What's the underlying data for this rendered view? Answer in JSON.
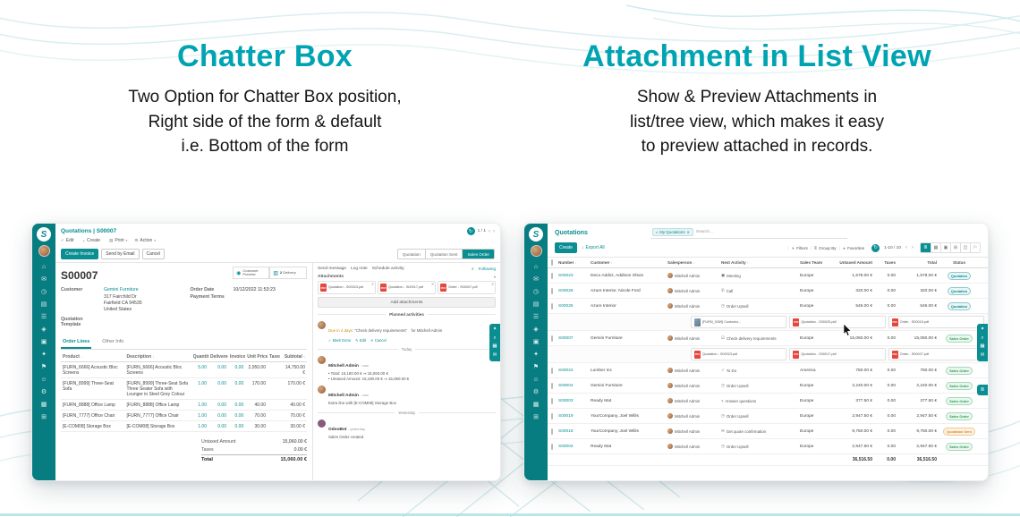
{
  "hero": {
    "left_title": "Chatter Box",
    "left_desc": [
      "Two Option for Chatter Box position,",
      "Right side of the form & default",
      "i.e. Bottom of the form"
    ],
    "right_title": "Attachment in List View",
    "right_desc": [
      "Show & Preview Attachments in",
      "list/tree view, which makes it easy",
      "to preview attached in records."
    ]
  },
  "colors": {
    "accent": "#00a3b1",
    "teal": "#0a8e92",
    "sidebar": "#077d82",
    "pdf_red": "#e8453c"
  },
  "glyphs": {
    "prev": "‹",
    "next": "›",
    "refresh": "↻",
    "close": "✕",
    "search": "⌕",
    "check": "✓",
    "person": "☻",
    "caret": "▾",
    "logo": "S",
    "clock": "◷",
    "paperless": "▤"
  },
  "sidebar_icons": [
    "⌂",
    "✉",
    "◷",
    "▤",
    "☰",
    "◈",
    "▣",
    "✦",
    "⚑",
    "☺",
    "⚙",
    "▦",
    "⊞"
  ],
  "quick_tools": [
    "✦",
    "⌕",
    "▦",
    "✉"
  ],
  "quick_tool_extra": "≣",
  "form_app": {
    "breadcrumb": "Quotations | S00007",
    "pager": "1 / 1",
    "toolbar": [
      {
        "icon": "✓",
        "label": "Edit"
      },
      {
        "icon": "+",
        "label": "Create"
      },
      {
        "icon": "▤",
        "label": "Print",
        "caret": "▾"
      },
      {
        "icon": "⚙",
        "label": "Action",
        "caret": "▾"
      }
    ],
    "header_buttons": [
      {
        "label": "Create Invoice",
        "style": "primary"
      },
      {
        "label": "Send by Email"
      },
      {
        "label": "Cancel"
      }
    ],
    "stages": [
      {
        "label": "Quotation"
      },
      {
        "label": "Quotation Sent"
      },
      {
        "label": "Sales Order",
        "state": "active"
      }
    ],
    "smart_buttons": [
      {
        "icon": "◉",
        "count": "",
        "label": "Customer Preview"
      },
      {
        "icon": "▥",
        "count": "2",
        "label": "Delivery"
      }
    ],
    "record_name": "S00007",
    "fields": {
      "customer_label": "Customer",
      "customer": "Gemini Furniture",
      "address": [
        "317 Fairchild Dr",
        "Fairfield CA 94535",
        "United States"
      ],
      "order_date_label": "Order Date",
      "order_date": "10/12/2022 11:53:23",
      "payment_terms_label": "Payment Terms",
      "template_label": "Quotation Template"
    },
    "tabs": [
      {
        "label": "Order Lines",
        "state": "active"
      },
      {
        "label": "Other Info"
      }
    ],
    "table": {
      "headers": [
        {
          "label": "Product",
          "sort": "↕"
        },
        {
          "label": "Description",
          "sort": "↕"
        },
        {
          "label": "Quantity",
          "sort": "↕"
        },
        {
          "label": "Delivered",
          "sort": "↕"
        },
        {
          "label": "Invoiced",
          "sort": "↕"
        },
        {
          "label": "Unit Price",
          "sort": "↕"
        },
        {
          "label": "Taxes"
        },
        {
          "label": "Subtotal",
          "sort": "↕"
        }
      ],
      "rows": [
        {
          "product": "[FURN_6666] Acoustic Bloc Screens",
          "description": "[FURN_6666] Acoustic Bloc Screens",
          "quantity": "5.00",
          "delivered": "0.00",
          "invoiced": "0.00",
          "unit_price": "2,950.00",
          "taxes": "",
          "subtotal": "14,750.00 €"
        },
        {
          "product": "[FURN_8999] Three-Seat Sofa",
          "description": "[FURN_8999] Three-Seat Sofa\nThree Seater Sofa with Lounger in Steel Grey Colour",
          "quantity": "1.00",
          "delivered": "0.00",
          "invoiced": "0.00",
          "unit_price": "170.00",
          "taxes": "",
          "subtotal": "170.00 €"
        },
        {
          "product": "[FURN_8888] Office Lamp",
          "description": "[FURN_8888] Office Lamp",
          "quantity": "1.00",
          "delivered": "0.00",
          "invoiced": "0.00",
          "unit_price": "40.00",
          "taxes": "",
          "subtotal": "40.00 €"
        },
        {
          "product": "[FURN_7777] Office Chair",
          "description": "[FURN_7777] Office Chair",
          "quantity": "1.00",
          "delivered": "0.00",
          "invoiced": "0.00",
          "unit_price": "70.00",
          "taxes": "",
          "subtotal": "70.00 €"
        },
        {
          "product": "[E-COM08] Storage Box",
          "description": "[E-COM08] Storage Box",
          "quantity": "1.00",
          "delivered": "0.00",
          "invoiced": "0.00",
          "unit_price": "30.00",
          "taxes": "",
          "subtotal": "30.00 €"
        }
      ],
      "untaxed_label": "Untaxed Amount",
      "untaxed": "15,060.00 €",
      "taxes_label": "Taxes",
      "taxes": "0.00 €",
      "total_label": "Total",
      "total": "15,060.00 €"
    },
    "chatter": {
      "send_message": "Send message",
      "log_note": "Log note",
      "schedule_activity": "Schedule activity",
      "follower_count": "2",
      "following": "Following",
      "attachments_label": "Attachments",
      "attachments": [
        {
          "type": "pdf",
          "name": "Quotation - S00023.pdf"
        },
        {
          "type": "pdf",
          "name": "Quotation - S00017.pdf"
        },
        {
          "type": "pdf",
          "name": "Order - S00007.pdf"
        }
      ],
      "add_attachments": "Add attachments",
      "planned_label": "Planned activities",
      "activity": {
        "due": "Due in 4 days:",
        "summary": "\"Check delivery requirements\"",
        "assigned": "for Mitchell Admin",
        "mark_done": "✓ Mark Done",
        "edit": "✎ Edit",
        "cancel": "✕ Cancel"
      },
      "today_label": "Today",
      "messages_today": [
        {
          "author": "Mitchell Admin",
          "time": "- now",
          "lines": [
            "• Total: 15,180.00 € ⇒ 15,060.00 €",
            "• Untaxed Amount: 15,180.00 € ⇒ 15,060.00 €"
          ]
        },
        {
          "author": "Mitchell Admin",
          "time": "- now",
          "lines": [
            "Extra line with [E-COM08] Storage Box"
          ]
        }
      ],
      "yesterday_label": "Yesterday",
      "messages_yesterday": [
        {
          "author": "OdooBot",
          "time": "- yesterday",
          "lines": [
            "Sales Order created"
          ],
          "kind": "bot"
        }
      ]
    }
  },
  "list_app": {
    "title": "Quotations",
    "search": {
      "facet_icon": "⌕",
      "facet": "My Quotations",
      "placeholder": "Search..."
    },
    "create_label": "Create",
    "export_icon": "↓",
    "export_label": "Export All",
    "filter_menus": [
      {
        "icon": "▼",
        "label": "Filters"
      },
      {
        "icon": "≣",
        "label": "Group By"
      },
      {
        "icon": "★",
        "label": "Favorites"
      }
    ],
    "pager": "1-10 / 10",
    "views": [
      {
        "icon": "≣",
        "state": "active"
      },
      {
        "icon": "▦"
      },
      {
        "icon": "▣"
      },
      {
        "icon": "⊞"
      },
      {
        "icon": "◫"
      },
      {
        "icon": "⚐"
      }
    ],
    "headers": [
      {
        "label": "Number",
        "sort": "↕"
      },
      {
        "label": "Customer",
        "sort": "↕"
      },
      {
        "label": "Salesperson",
        "sort": "↕"
      },
      {
        "label": "Next Activity",
        "sort": "↕"
      },
      {
        "label": "Sales Team",
        "sort": "↕"
      },
      {
        "label": "Untaxed Amount",
        "sort": "↕"
      },
      {
        "label": "Taxes",
        "sort": "↕"
      },
      {
        "label": "Total",
        "sort": "↕"
      },
      {
        "label": "Status"
      }
    ],
    "rows": [
      {
        "number": "S00023",
        "customer": "Deco Addict, Addison Olson",
        "salesperson": "Mitchell Admin",
        "activity_icon": "▣",
        "activity": "Meeting",
        "team": "Europe",
        "untaxed": "1,578.00 €",
        "taxes": "0.00",
        "total": "1,578.00 €",
        "status": "Quotation"
      },
      {
        "number": "S00026",
        "customer": "Azure Interior, Nicole Ford",
        "salesperson": "Mitchell Admin",
        "activity_icon": "✆",
        "activity": "Call",
        "team": "Europe",
        "untaxed": "320.00 €",
        "taxes": "0.00",
        "total": "320.00 €",
        "status": "Quotation"
      },
      {
        "number": "S00025",
        "customer": "Azure Interior",
        "salesperson": "Mitchell Admin",
        "activity_icon": "◷",
        "activity": "Order Upsell",
        "team": "Europe",
        "untaxed": "546.00 €",
        "taxes": "0.00",
        "total": "546.00 €",
        "status": "Quotation",
        "attachments": [
          {
            "type": "image",
            "name": "[FURN_0269] Customiz..."
          },
          {
            "type": "pdf",
            "name": "Quotation - S00025.pdf"
          },
          {
            "type": "pdf",
            "name": "Order - S00015.pdf"
          }
        ]
      },
      {
        "number": "S00007",
        "customer": "Gemini Furniture",
        "salesperson": "Mitchell Admin",
        "activity_icon": "☑",
        "activity": "Check delivery requirements",
        "team": "Europe",
        "untaxed": "15,060.00 €",
        "taxes": "0.00",
        "total": "15,060.00 €",
        "status": "Sales Order",
        "attachments": [
          {
            "type": "pdf",
            "name": "Quotation - S00023.pdf"
          },
          {
            "type": "pdf",
            "name": "Quotation - S00017.pdf"
          },
          {
            "type": "pdf",
            "name": "Order - S00007.pdf"
          }
        ]
      },
      {
        "number": "S00024",
        "customer": "Lumber Inc",
        "salesperson": "Mitchell Admin",
        "activity_icon": "✓",
        "activity": "To Do",
        "team": "America",
        "untaxed": "750.00 €",
        "taxes": "0.00",
        "total": "750.00 €",
        "status": "Sales Order"
      },
      {
        "number": "S00004",
        "customer": "Gemini Furniture",
        "salesperson": "Mitchell Admin",
        "activity_icon": "◷",
        "activity": "Order Upsell",
        "team": "Europe",
        "untaxed": "2,240.00 €",
        "taxes": "0.00",
        "total": "2,240.00 €",
        "status": "Sales Order"
      },
      {
        "number": "S00003",
        "customer": "Ready Mat",
        "salesperson": "Mitchell Admin",
        "activity_icon": "?",
        "activity": "Answer questions",
        "team": "Europe",
        "untaxed": "377.50 €",
        "taxes": "0.00",
        "total": "377.50 €",
        "status": "Sales Order"
      },
      {
        "number": "S00019",
        "customer": "YourCompany, Joel Willis",
        "salesperson": "Mitchell Admin",
        "activity_icon": "◷",
        "activity": "Order Upsell",
        "team": "Europe",
        "untaxed": "2,947.50 €",
        "taxes": "0.00",
        "total": "2,947.50 €",
        "status": "Sales Order"
      },
      {
        "number": "S00018",
        "customer": "YourCompany, Joel Willis",
        "salesperson": "Mitchell Admin",
        "activity_icon": "✉",
        "activity": "Get quote confirmation",
        "team": "Europe",
        "untaxed": "9,750.00 €",
        "taxes": "0.00",
        "total": "9,750.00 €",
        "status": "Quotation Sent"
      },
      {
        "number": "S00002",
        "customer": "Ready Mat",
        "salesperson": "Mitchell Admin",
        "activity_icon": "◷",
        "activity": "Order Upsell",
        "team": "Europe",
        "untaxed": "2,947.50 €",
        "taxes": "0.00",
        "total": "2,947.50 €",
        "status": "Sales Order"
      }
    ],
    "totals": {
      "untaxed": "36,516.50",
      "taxes": "0.00",
      "total": "36,516.50"
    }
  }
}
